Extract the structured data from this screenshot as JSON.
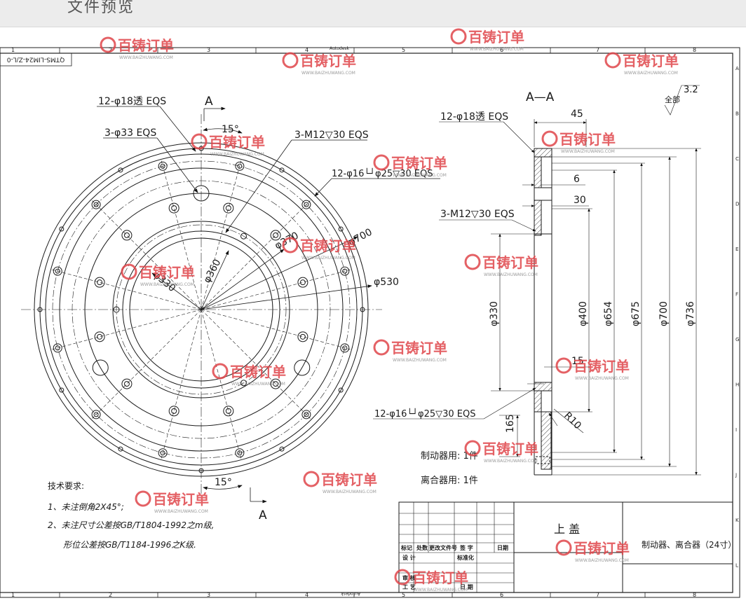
{
  "header": {
    "title": "文件预览"
  },
  "drawing": {
    "part_no": "QTMS-LIM24-Z/L-0",
    "autodesk": "Autodesk",
    "col_numbers": [
      "1",
      "2",
      "3",
      "4",
      "5",
      "6",
      "7",
      "8"
    ],
    "row_letters": [
      "A",
      "B",
      "C",
      "D",
      "E",
      "F",
      "G",
      "H",
      "I",
      "J",
      "K",
      "L"
    ],
    "section_label": "A—A",
    "section_mark": "A",
    "roughness_prefix": "全部",
    "roughness_value": "3.2",
    "front_labels": {
      "holes_18": "12-φ18透 EQS",
      "holes_33": "3-φ33 EQS",
      "holes_m12": "3-M12▽30 EQS",
      "holes_16": "12-φ16└┘φ25▽30 EQS",
      "angle_top": "15°",
      "angle_bottom": "15°",
      "d370": "φ370",
      "d700": "φ700",
      "d530": "φ530",
      "d360": "φ360",
      "d330": "φ330"
    },
    "section_labels": {
      "holes_18": "12-φ18透 EQS",
      "holes_m12": "3-M12▽30 EQS",
      "holes_16": "12-φ16└┘φ25▽30 EQS",
      "dim45": "45",
      "dim6": "6",
      "dim30": "30",
      "dim15": "15",
      "dim165": "165",
      "r10": "R10",
      "d330": "φ330",
      "d400": "φ400",
      "d654": "φ654",
      "d675": "φ675",
      "d700": "φ700",
      "d736": "φ736"
    },
    "usage_brake": "制动器用: 1件",
    "usage_clutch": "离合器用: 1件",
    "tech_title": "技术要求:",
    "tech_1": "1、未注倒角2X45°;",
    "tech_2": "2、未注尺寸公差按GB/T1804-1992之m级,",
    "tech_3": "形位公差按GB/T1184-1996之K级.",
    "title_block": {
      "part_name": "上  盖",
      "product": "制动器、离合器（24寸）",
      "row_labels": [
        "标记",
        "处数",
        "更改文件号",
        "签 字",
        "日期"
      ],
      "design": "设 计",
      "standard": "标准化",
      "check": "审 核",
      "process": "工 艺",
      "approve": "日 期"
    },
    "watermark": {
      "brand": "百铸订单",
      "url": "WWW.BAIZHUWANG.COM"
    }
  },
  "colors": {
    "line": "#1a1a1a",
    "watermark": "#e0464b",
    "header_bg": "#ececec"
  }
}
